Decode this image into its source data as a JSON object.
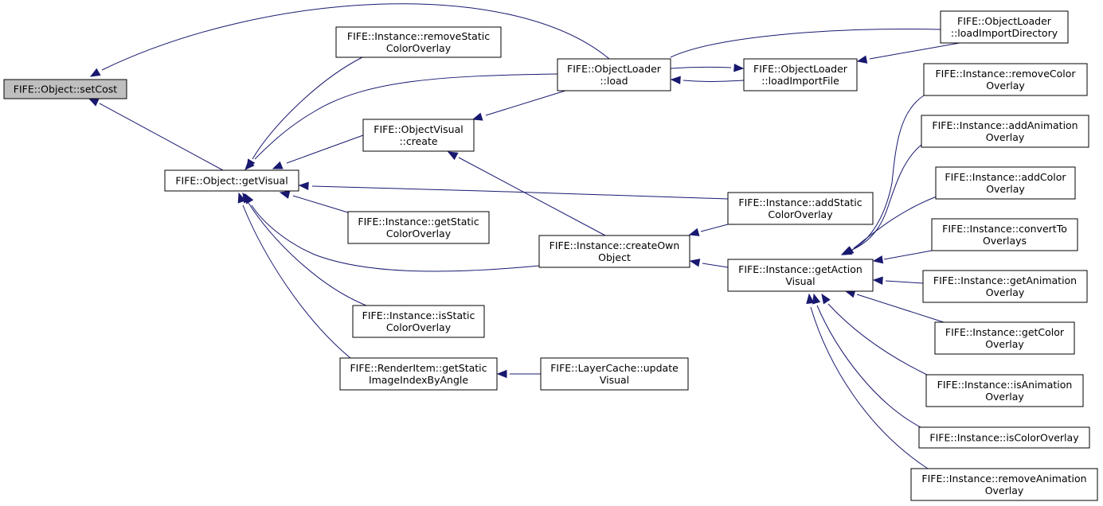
{
  "diagram": {
    "type": "call-graph",
    "colors": {
      "edge": "#191970",
      "root_fill": "#bfbfbf",
      "node_fill": "#ffffff",
      "node_border": "#000000"
    },
    "nodes": [
      {
        "id": "setCost",
        "lines": [
          "FIFE::Object::setCost"
        ],
        "root": true
      },
      {
        "id": "getVisual",
        "lines": [
          "FIFE::Object::getVisual"
        ]
      },
      {
        "id": "removeStaticColorOverlay",
        "lines": [
          "FIFE::Instance::removeStatic",
          "ColorOverlay"
        ]
      },
      {
        "id": "objectVisualCreate",
        "lines": [
          "FIFE::ObjectVisual",
          "::create"
        ]
      },
      {
        "id": "getStaticColorOverlay",
        "lines": [
          "FIFE::Instance::getStatic",
          "ColorOverlay"
        ]
      },
      {
        "id": "isStaticColorOverlay",
        "lines": [
          "FIFE::Instance::isStatic",
          "ColorOverlay"
        ]
      },
      {
        "id": "getStaticImageIndexByAngle",
        "lines": [
          "FIFE::RenderItem::getStatic",
          "ImageIndexByAngle"
        ]
      },
      {
        "id": "objectLoaderLoad",
        "lines": [
          "FIFE::ObjectLoader",
          "::load"
        ]
      },
      {
        "id": "createOwnObject",
        "lines": [
          "FIFE::Instance::createOwn",
          "Object"
        ]
      },
      {
        "id": "layerCacheUpdateVisual",
        "lines": [
          "FIFE::LayerCache::update",
          "Visual"
        ]
      },
      {
        "id": "loadImportFile",
        "lines": [
          "FIFE::ObjectLoader",
          "::loadImportFile"
        ]
      },
      {
        "id": "loadImportDirectory",
        "lines": [
          "FIFE::ObjectLoader",
          "::loadImportDirectory"
        ]
      },
      {
        "id": "addStaticColorOverlay",
        "lines": [
          "FIFE::Instance::addStatic",
          "ColorOverlay"
        ]
      },
      {
        "id": "getActionVisual",
        "lines": [
          "FIFE::Instance::getAction",
          "Visual"
        ]
      },
      {
        "id": "removeColorOverlay",
        "lines": [
          "FIFE::Instance::removeColor",
          "Overlay"
        ]
      },
      {
        "id": "addAnimationOverlay",
        "lines": [
          "FIFE::Instance::addAnimation",
          "Overlay"
        ]
      },
      {
        "id": "addColorOverlay",
        "lines": [
          "FIFE::Instance::addColor",
          "Overlay"
        ]
      },
      {
        "id": "convertToOverlays",
        "lines": [
          "FIFE::Instance::convertTo",
          "Overlays"
        ]
      },
      {
        "id": "getAnimationOverlay",
        "lines": [
          "FIFE::Instance::getAnimation",
          "Overlay"
        ]
      },
      {
        "id": "getColorOverlay",
        "lines": [
          "FIFE::Instance::getColor",
          "Overlay"
        ]
      },
      {
        "id": "isAnimationOverlay",
        "lines": [
          "FIFE::Instance::isAnimation",
          "Overlay"
        ]
      },
      {
        "id": "isColorOverlay",
        "lines": [
          "FIFE::Instance::isColorOverlay"
        ]
      },
      {
        "id": "removeAnimationOverlay",
        "lines": [
          "FIFE::Instance::removeAnimation",
          "Overlay"
        ]
      }
    ],
    "edges": [
      {
        "from": "getVisual",
        "to": "setCost"
      },
      {
        "from": "objectLoaderLoad",
        "to": "setCost"
      },
      {
        "from": "removeStaticColorOverlay",
        "to": "getVisual"
      },
      {
        "from": "objectVisualCreate",
        "to": "getVisual"
      },
      {
        "from": "getStaticColorOverlay",
        "to": "getVisual"
      },
      {
        "from": "isStaticColorOverlay",
        "to": "getVisual"
      },
      {
        "from": "getStaticImageIndexByAngle",
        "to": "getVisual"
      },
      {
        "from": "objectLoaderLoad",
        "to": "getVisual"
      },
      {
        "from": "createOwnObject",
        "to": "getVisual"
      },
      {
        "from": "addStaticColorOverlay",
        "to": "getVisual"
      },
      {
        "from": "objectLoaderLoad",
        "to": "objectVisualCreate"
      },
      {
        "from": "createOwnObject",
        "to": "objectVisualCreate"
      },
      {
        "from": "layerCacheUpdateVisual",
        "to": "getStaticImageIndexByAngle"
      },
      {
        "from": "loadImportFile",
        "to": "objectLoaderLoad"
      },
      {
        "from": "objectLoaderLoad",
        "to": "loadImportFile"
      },
      {
        "from": "loadImportDirectory",
        "to": "objectLoaderLoad"
      },
      {
        "from": "loadImportDirectory",
        "to": "loadImportFile"
      },
      {
        "from": "addStaticColorOverlay",
        "to": "createOwnObject"
      },
      {
        "from": "getActionVisual",
        "to": "createOwnObject"
      },
      {
        "from": "removeColorOverlay",
        "to": "getActionVisual"
      },
      {
        "from": "addAnimationOverlay",
        "to": "getActionVisual"
      },
      {
        "from": "addColorOverlay",
        "to": "getActionVisual"
      },
      {
        "from": "convertToOverlays",
        "to": "getActionVisual"
      },
      {
        "from": "getAnimationOverlay",
        "to": "getActionVisual"
      },
      {
        "from": "getColorOverlay",
        "to": "getActionVisual"
      },
      {
        "from": "isAnimationOverlay",
        "to": "getActionVisual"
      },
      {
        "from": "isColorOverlay",
        "to": "getActionVisual"
      },
      {
        "from": "removeAnimationOverlay",
        "to": "getActionVisual"
      }
    ]
  }
}
